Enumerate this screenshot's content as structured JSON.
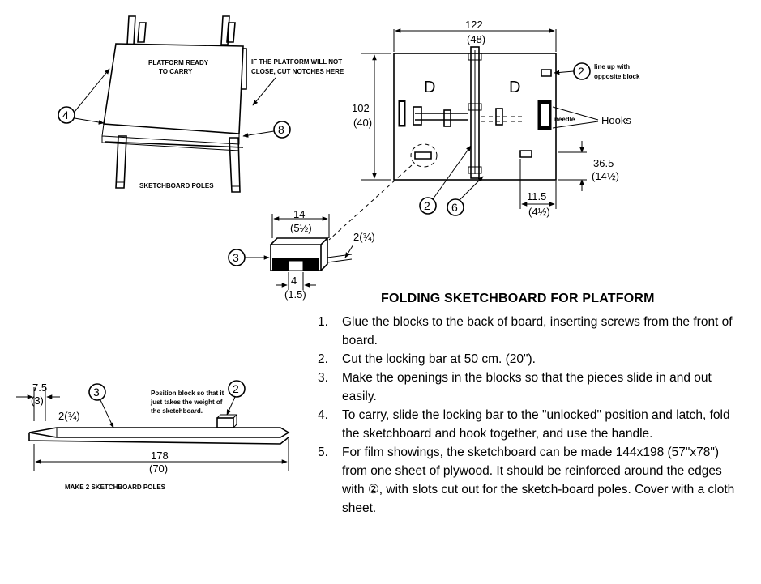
{
  "figure": {
    "platform_label_1": "PLATFORM READY",
    "platform_label_2": "TO CARRY",
    "notch_note_1": "IF THE PLATFORM WILL NOT",
    "notch_note_2": "CLOSE, CUT NOTCHES HERE",
    "poles_label": "SKETCHBOARD POLES",
    "callout_4": "4",
    "callout_8": "8",
    "board_width_cm": "122",
    "board_width_in": "(48)",
    "board_height_cm": "102",
    "board_height_in": "(40)",
    "letter_d": "D",
    "callout_2": "2",
    "callout_6": "6",
    "callout_3": "3",
    "line_up_note_1": "line up with",
    "line_up_note_2": "opposite block",
    "needle_label": "needle",
    "hooks_label": "Hooks",
    "dim_hook_cm": "36.5",
    "dim_hook_in": "(14½)",
    "dim_block_cm": "11.5",
    "dim_block_in": "(4½)",
    "block_len_cm": "14",
    "block_len_in": "(5½)",
    "block_thick": "2(¾)",
    "slot_cm": "4",
    "slot_in": "(1.5)",
    "pole_end_cm": "7.5",
    "pole_end_in": "(3)",
    "pole_thick": "2(¾)",
    "pole_len_cm": "178",
    "pole_len_in": "(70)",
    "position_note_1": "Position block so that it",
    "position_note_2": "just takes the weight of",
    "position_note_3": "the sketchboard.",
    "poles_caption": "MAKE 2 SKETCHBOARD POLES"
  },
  "instructions": {
    "title": "FOLDING SKETCHBOARD FOR PLATFORM",
    "steps": [
      {
        "num": "1.",
        "text": "Glue the blocks to the back of board, inserting screws from the front of board."
      },
      {
        "num": "2.",
        "text": "Cut the locking bar at 50 cm. (20\")."
      },
      {
        "num": "3.",
        "text": "Make the openings in the blocks so that the pieces slide in and out easily."
      },
      {
        "num": "4.",
        "text": "To carry, slide the locking bar to the \"unlocked\" position and latch, fold the sketchboard and hook together, and use the handle."
      },
      {
        "num": "5.",
        "text": "For film showings, the sketchboard can be made 144x198 (57\"x78\") from one sheet of plywood. It should be reinforced around the edges with ②, with slots cut out for the sketch-board poles. Cover with a cloth sheet."
      }
    ]
  }
}
